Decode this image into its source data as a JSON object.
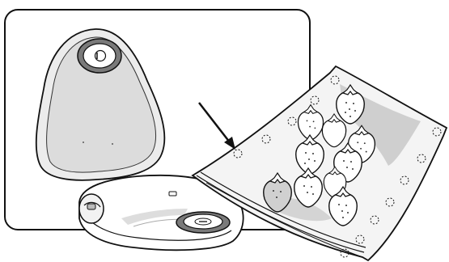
{
  "illustration": {
    "subject": "vacuum-sealer-with-bag-of-strawberries",
    "objects": [
      "vacuum-sealer-device",
      "zipper-bag",
      "strawberries",
      "valve-button",
      "pointer-arrow"
    ]
  },
  "colors": {
    "outline": "#111111",
    "panel_fill": "#ffffff",
    "device_fill": "#eeeeee",
    "device_shade": "#d8d8d8",
    "valve_ring": "#777777",
    "bag_fill": "#f4f4f4",
    "bag_shade": "#c8c8c8",
    "strawberry_fill": "#ffffff",
    "strawberry_shade": "#cfcfcf"
  }
}
